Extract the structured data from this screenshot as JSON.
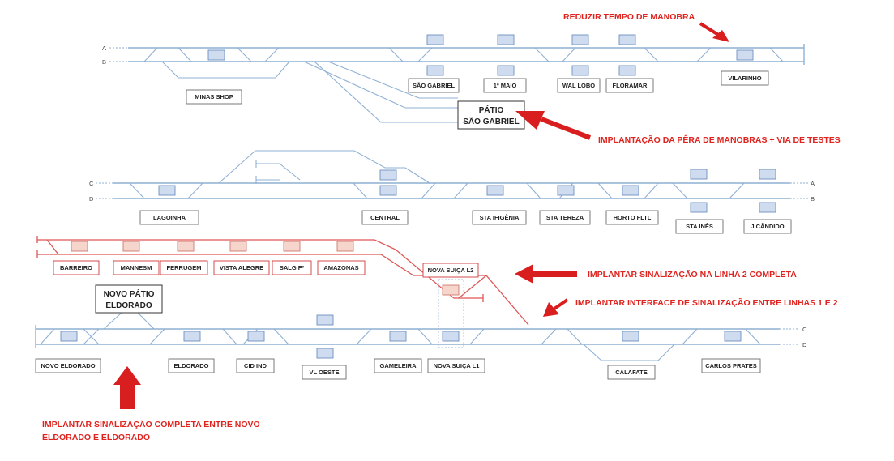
{
  "track_labels": {
    "a": "A",
    "b": "B",
    "c": "C",
    "d": "D"
  },
  "stations": {
    "minas_shop": "MINAS SHOP",
    "sao_gabriel": "SÃO GABRIEL",
    "primeiro_maio": "1º MAIO",
    "wal_lobo": "WAL LOBO",
    "floramar": "FLORAMAR",
    "vilarinho": "VILARINHO",
    "patio_sao_gabriel_1": "PÁTIO",
    "patio_sao_gabriel_2": "SÃO GABRIEL",
    "lagoinha": "LAGOINHA",
    "central": "CENTRAL",
    "sta_ifigenia": "STA IFIGÊNIA",
    "sta_tereza": "STA TEREZA",
    "horto_fltl": "HORTO FLTL",
    "sta_ines": "STA INÊS",
    "j_candido": "J CÂNDIDO",
    "barreiro": "BARREIRO",
    "mannesm": "MANNESM",
    "ferrugem": "FERRUGEM",
    "vista_alegre": "VISTA ALEGRE",
    "salg_fo": "SALG Fº",
    "amazonas": "AMAZONAS",
    "nova_suica_l2": "NOVA SUIÇA L2",
    "novo_patio_eldorado_1": "NOVO PÁTIO",
    "novo_patio_eldorado_2": "ELDORADO",
    "novo_eldorado": "NOVO ELDORADO",
    "eldorado": "ELDORADO",
    "cid_ind": "CID IND",
    "vl_oeste": "VL OESTE",
    "gameleira": "GAMELEIRA",
    "nova_suica_l1": "NOVA SUIÇA L1",
    "calafate": "CALAFATE",
    "carlos_prates": "CARLOS PRATES"
  },
  "annotations": {
    "reduzir": "REDUZIR TEMPO DE MANOBRA",
    "implantacao_pera": "IMPLANTAÇÃO DA PÊRA DE MANOBRAS + VIA DE TESTES",
    "linha2": "IMPLANTAR SINALIZAÇÃO NA LINHA 2 COMPLETA",
    "interface": "IMPLANTAR INTERFACE DE SINALIZAÇÃO ENTRE LINHAS 1 E 2",
    "completa_1": "IMPLANTAR SINALIZAÇÃO COMPLETA ENTRE NOVO",
    "completa_2": "ELDORADO E ELDORADO"
  },
  "colors": {
    "track": "#8fb0d4",
    "line2_track": "#e05555",
    "platform": "#cfdcef",
    "line2_platform": "#f6d5cc",
    "annotation": "#e0231e"
  }
}
